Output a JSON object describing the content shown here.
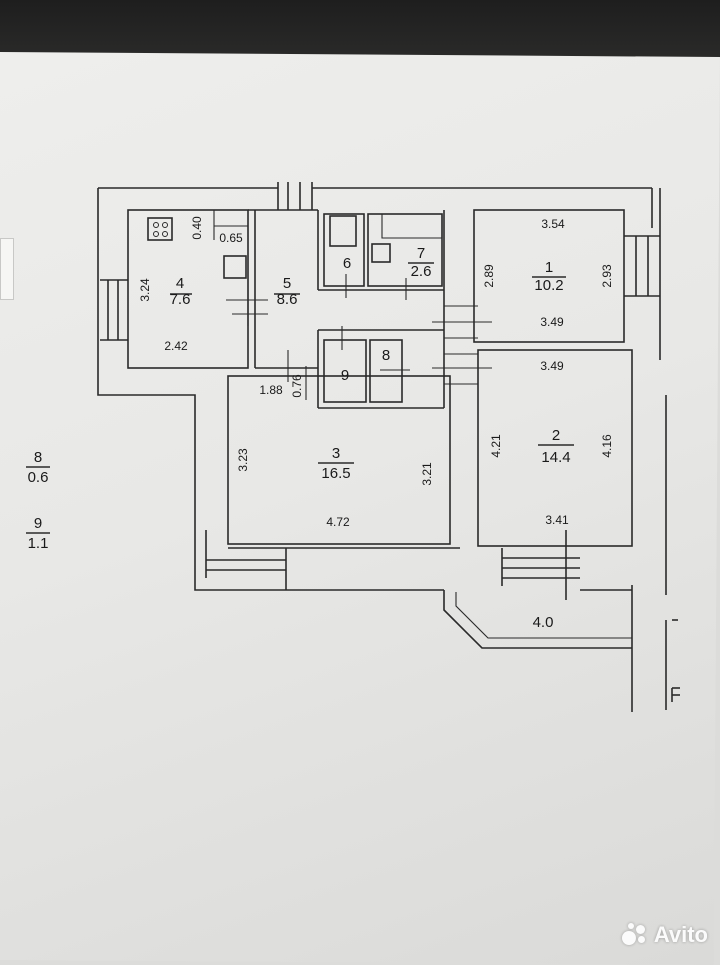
{
  "rooms": [
    {
      "number": "1",
      "area": "10.2"
    },
    {
      "number": "2",
      "area": "14.4"
    },
    {
      "number": "3",
      "area": "16.5"
    },
    {
      "number": "4",
      "area": "7.6"
    },
    {
      "number": "5",
      "area": "8.6"
    },
    {
      "number": "6",
      "area": ""
    },
    {
      "number": "7",
      "area": "2.6"
    },
    {
      "number": "8",
      "area": ""
    },
    {
      "number": "9",
      "area": ""
    }
  ],
  "dimensions": {
    "r1_top": "3.54",
    "r1_left": "2.89",
    "r1_right": "2.93",
    "r1_bottom": "3.49",
    "r2_top": "3.49",
    "r2_left": "4.21",
    "r2_right": "4.16",
    "r2_bottom": "3.41",
    "r3_left": "3.23",
    "r3_right": "3.21",
    "r3_bottom": "4.72",
    "r4_left": "3.24",
    "r4_bottom": "2.42",
    "r4_niche_v": "0.40",
    "r4_niche_h": "0.65",
    "hall_a": "1.88",
    "hall_b": "0.76",
    "balcony": "4.0"
  },
  "legend": [
    {
      "number": "8",
      "area": "0.6"
    },
    {
      "number": "9",
      "area": "1.1"
    }
  ],
  "watermark": {
    "text": "Avito"
  }
}
